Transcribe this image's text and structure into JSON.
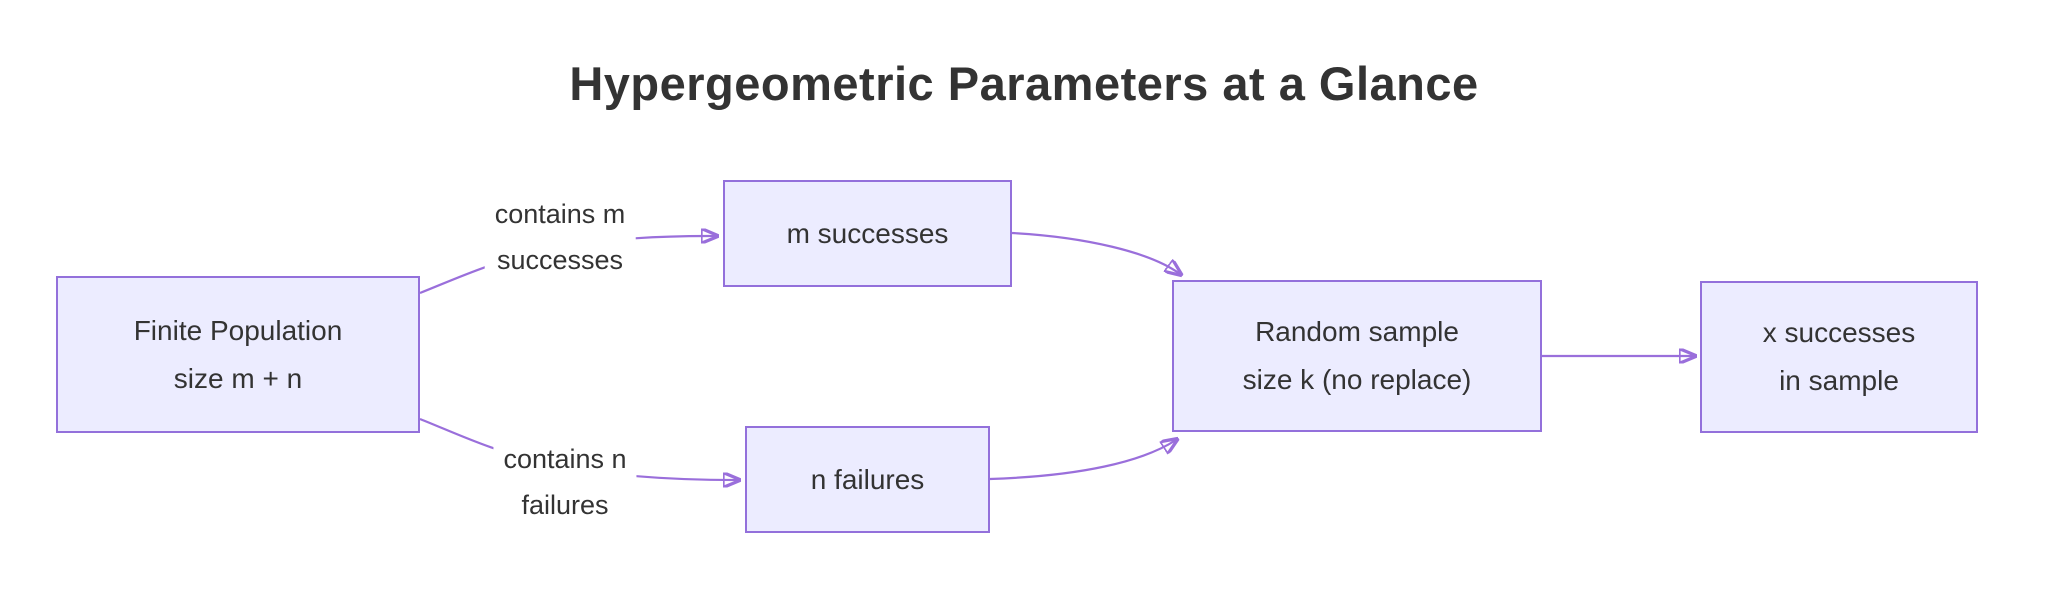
{
  "title": "Hypergeometric Parameters at a Glance",
  "colors": {
    "background": "#FFFFFF",
    "node_fill": "#ECECFF",
    "node_border": "#9370DB",
    "edge_line": "#9A6FDB",
    "text": "#333333"
  },
  "nodes": {
    "population": {
      "line1": "Finite Population",
      "line2": "size m + n"
    },
    "m_successes": {
      "line1": "m successes"
    },
    "n_failures": {
      "line1": "n failures"
    },
    "sample": {
      "line1": "Random sample",
      "line2": "size k (no replace)"
    },
    "x_successes": {
      "line1": "x successes",
      "line2": "in sample"
    }
  },
  "edge_labels": {
    "contains_m": {
      "line1": "contains m",
      "line2": "successes"
    },
    "contains_n": {
      "line1": "contains n",
      "line2": "failures"
    }
  }
}
